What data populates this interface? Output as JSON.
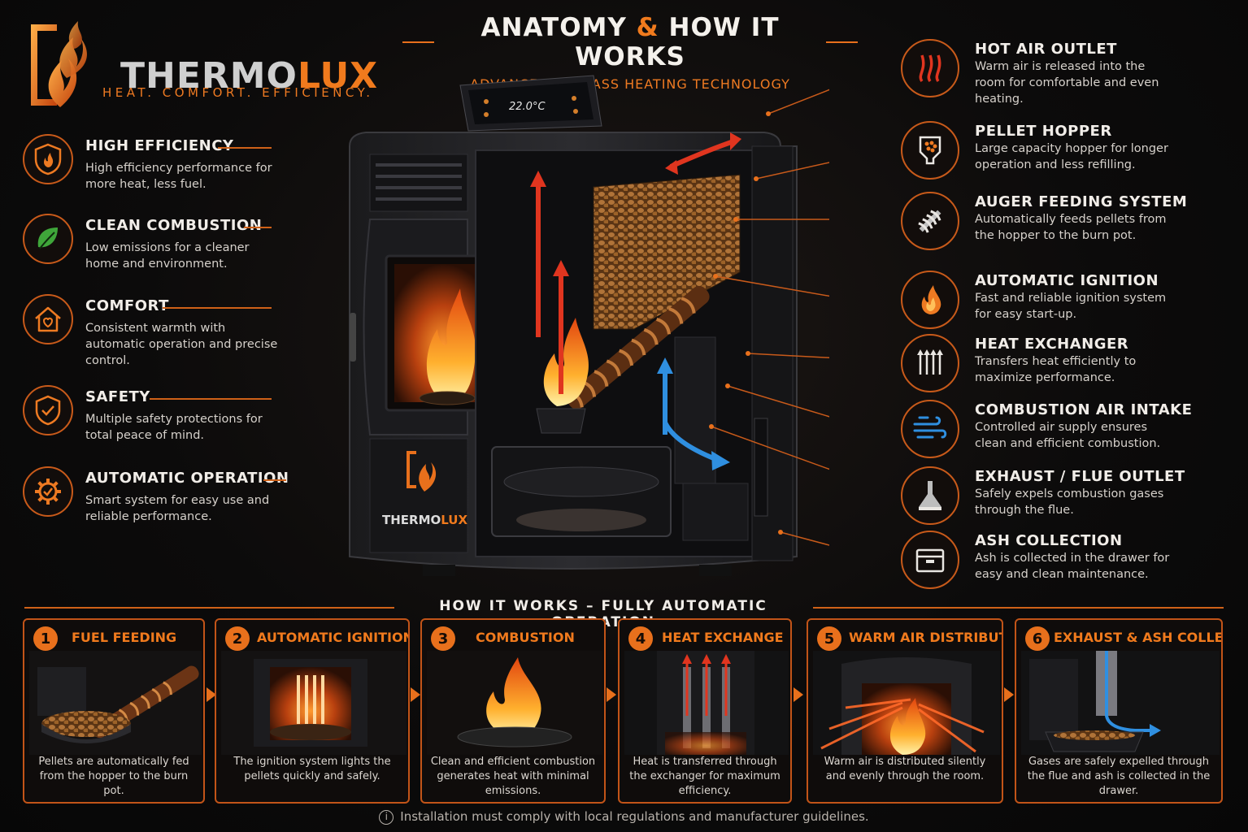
{
  "brand": {
    "name_part1": "THERMO",
    "name_part2": "LUX",
    "tagline": "HEAT. COMFORT. EFFICIENCY.",
    "stove_badge_part1": "THERMO",
    "stove_badge_part2": "LUX"
  },
  "header": {
    "title_part1": "ANATOMY",
    "title_amp": "&",
    "title_part2": "HOW IT WORKS",
    "subtitle": "ADVANCED BIOMASS HEATING TECHNOLOGY"
  },
  "display": {
    "temperature": "22.0°C"
  },
  "features": [
    {
      "icon": "flame-shield-icon",
      "title": "HIGH EFFICIENCY",
      "desc": "High efficiency performance for more heat, less fuel."
    },
    {
      "icon": "leaf-icon",
      "title": "CLEAN COMBUSTION",
      "desc": "Low emissions for a cleaner home and environment."
    },
    {
      "icon": "home-heart-icon",
      "title": "COMFORT",
      "desc": "Consistent warmth with automatic operation and precise control."
    },
    {
      "icon": "shield-check-icon",
      "title": "SAFETY",
      "desc": "Multiple safety protections for total peace of mind."
    },
    {
      "icon": "gear-check-icon",
      "title": "AUTOMATIC OPERATION",
      "desc": "Smart system for easy use and reliable performance."
    }
  ],
  "components": [
    {
      "icon": "heat-waves-icon",
      "title": "HOT AIR OUTLET",
      "desc": "Warm air is released into the room for comfortable and even heating."
    },
    {
      "icon": "pellet-hopper-icon",
      "title": "PELLET HOPPER",
      "desc": "Large capacity hopper for longer operation and less refilling."
    },
    {
      "icon": "auger-icon",
      "title": "AUGER FEEDING SYSTEM",
      "desc": "Automatically feeds pellets from the hopper to the burn pot."
    },
    {
      "icon": "flame-icon",
      "title": "AUTOMATIC IGNITION",
      "desc": "Fast and reliable ignition system for easy start-up."
    },
    {
      "icon": "heat-exchanger-icon",
      "title": "HEAT EXCHANGER",
      "desc": "Transfers heat efficiently to maximize performance."
    },
    {
      "icon": "wind-icon",
      "title": "COMBUSTION AIR INTAKE",
      "desc": "Controlled air supply ensures clean and efficient combustion."
    },
    {
      "icon": "flue-icon",
      "title": "EXHAUST / FLUE OUTLET",
      "desc": "Safely expels combustion gases through the flue."
    },
    {
      "icon": "ash-drawer-icon",
      "title": "ASH COLLECTION",
      "desc": "Ash is collected in the drawer for easy and clean maintenance."
    }
  ],
  "steps_title": "HOW IT WORKS – FULLY AUTOMATIC OPERATION",
  "steps": [
    {
      "num": "1",
      "title": "FUEL FEEDING",
      "desc": "Pellets are automatically fed from the hopper to the burn pot."
    },
    {
      "num": "2",
      "title": "AUTOMATIC IGNITION",
      "desc": "The ignition system lights the pellets quickly and safely."
    },
    {
      "num": "3",
      "title": "COMBUSTION",
      "desc": "Clean and efficient combustion generates heat with minimal emissions."
    },
    {
      "num": "4",
      "title": "HEAT EXCHANGE",
      "desc": "Heat is transferred through the exchanger for maximum efficiency."
    },
    {
      "num": "5",
      "title": "WARM AIR DISTRIBUTION",
      "desc": "Warm air is distributed silently and evenly through the room."
    },
    {
      "num": "6",
      "title": "EXHAUST & ASH COLLECTION",
      "desc": "Gases are safely expelled through the flue and ash is collected in the drawer."
    }
  ],
  "footer": "Installation must comply with local regulations and manufacturer guidelines.",
  "colors": {
    "accent": "#e8701c",
    "hot": "#e0351f",
    "cool": "#2f8fe0",
    "background": "#0b0b0c"
  }
}
